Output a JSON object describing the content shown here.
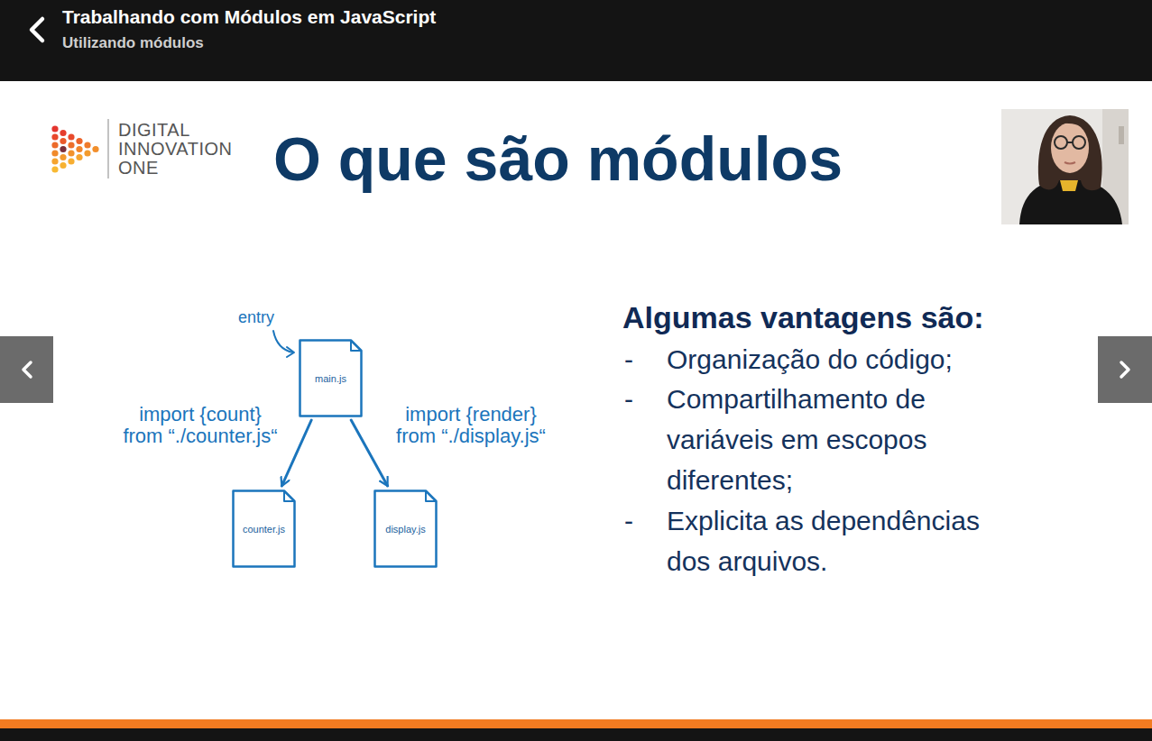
{
  "diagram": {
    "title": "O que são módulos",
    "nodes": [
      {
        "text": [
          "main.js"
        ]
      },
      {
        "text": [
          "counter.js"
        ]
      },
      {
        "text": [
          "display.js"
        ]
      }
    ],
    "edges": [
      {
        "from": 0,
        "to": 1,
        "arrow": "to",
        "label": "import {count} from “./counter.js“"
      },
      {
        "from": 0,
        "to": 2,
        "arrow": "to",
        "label": "import {render} from “./display.js“"
      }
    ],
    "labels": [
      "Trabalhando com Módulos em JavaScript",
      "Utilizando módulos",
      "DIGITAL INNOVATION ONE",
      "entry",
      "Algumas vantagens são:",
      "-",
      "Organização do código;",
      "-",
      "Compartilhamento de variáveis em escopos diferentes;",
      "-",
      "Explicita as dependências dos arquivos."
    ]
  }
}
